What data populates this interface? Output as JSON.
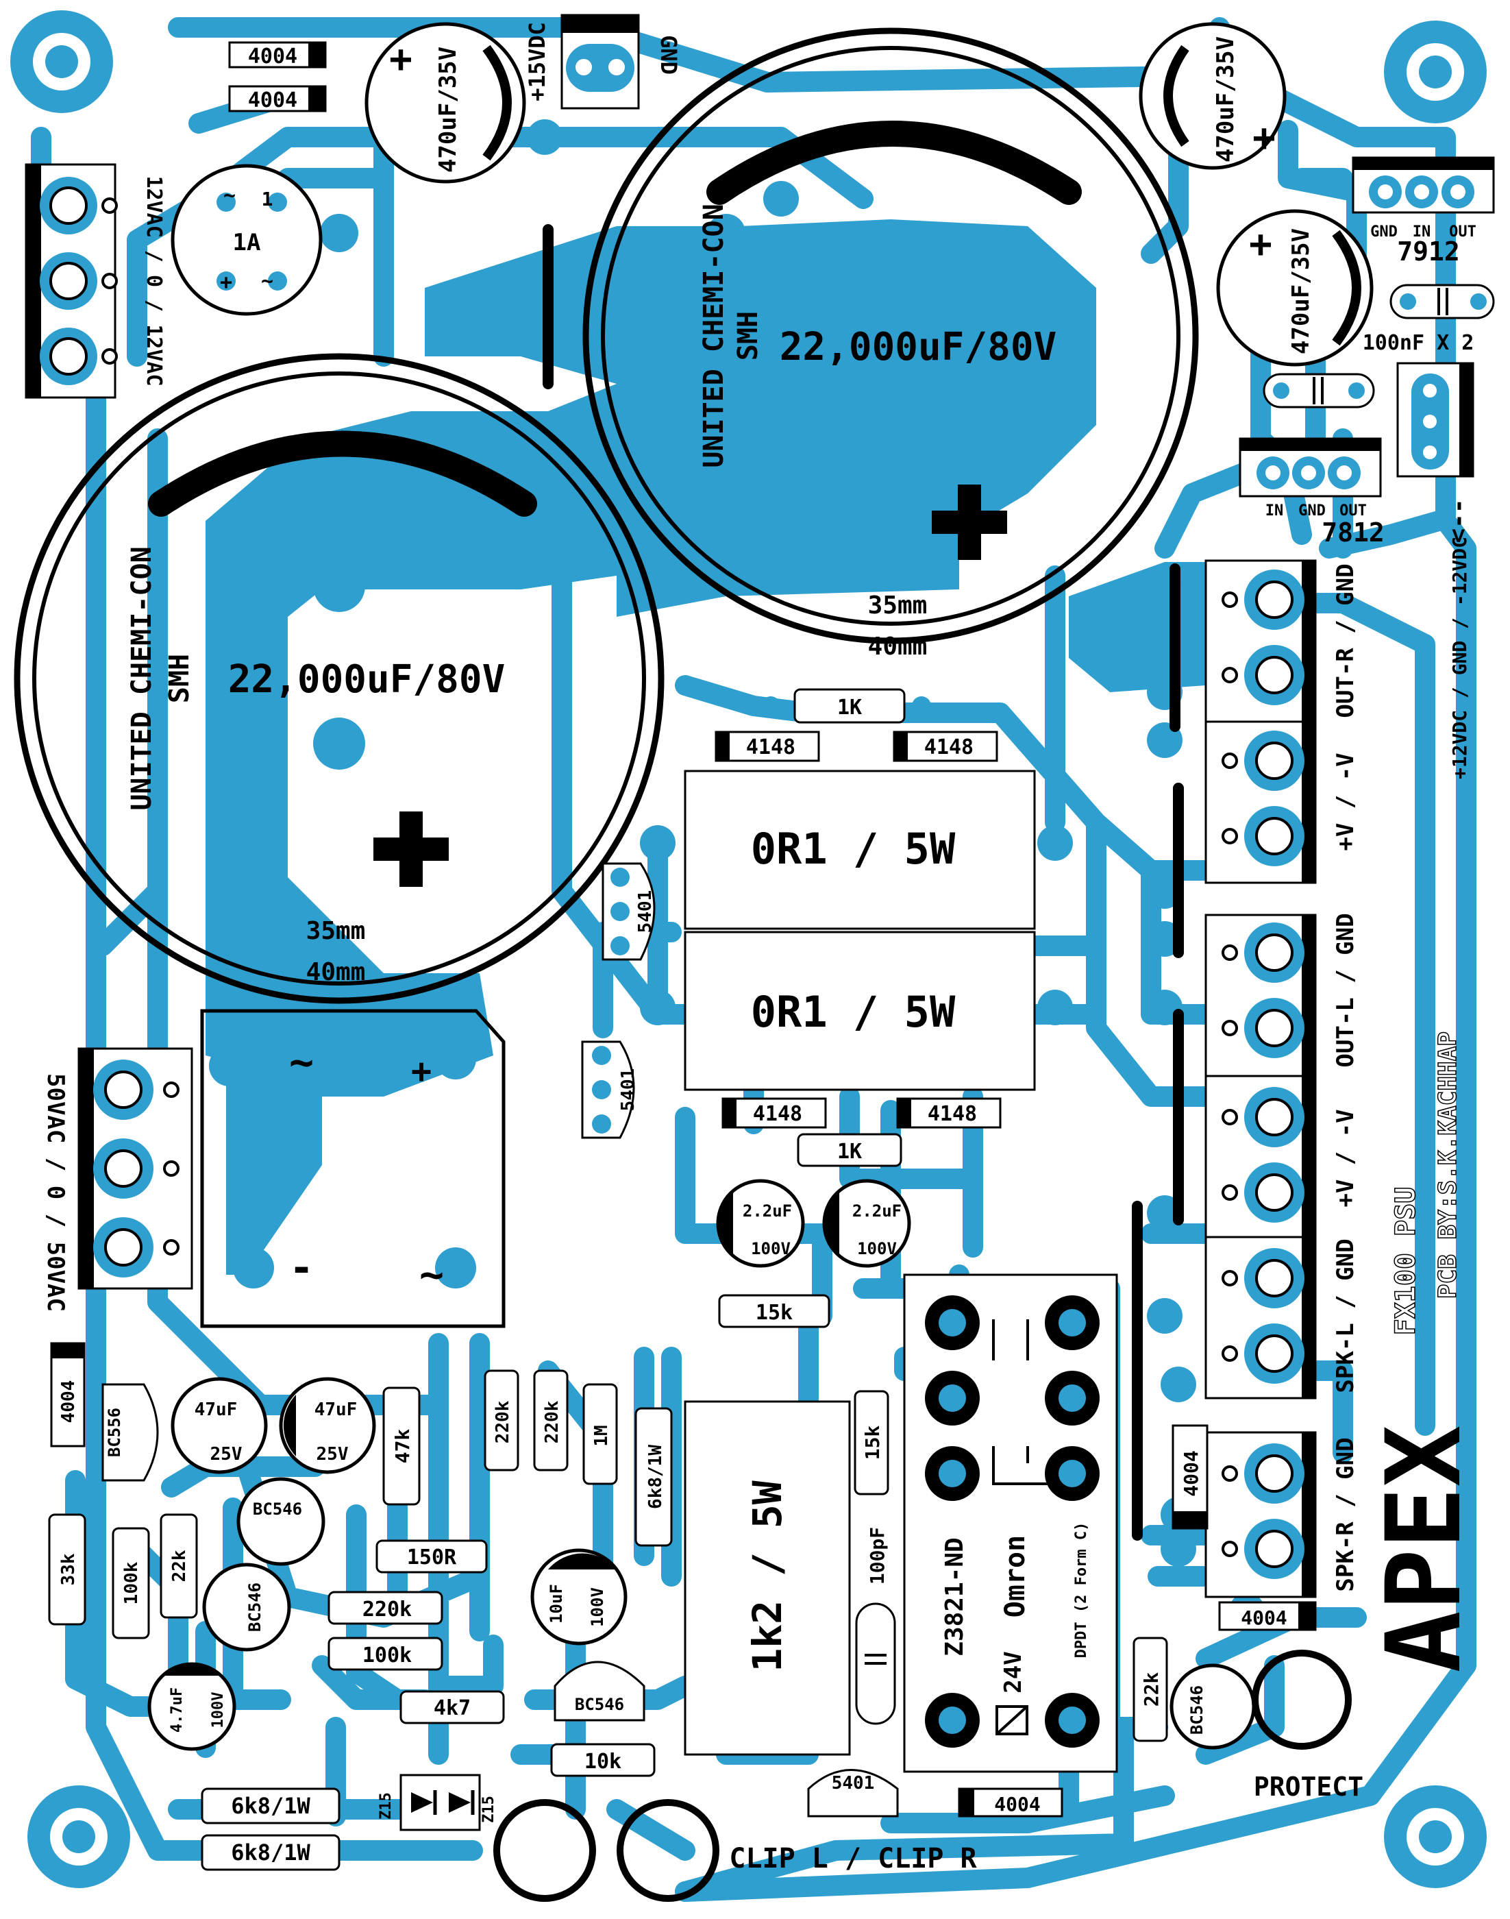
{
  "colors": {
    "copper": "#2f9fd0",
    "silkscreen": "#000000",
    "board": "#ffffff"
  },
  "caps_big": {
    "value": "22,000uF/80V",
    "brand": "UNITED CHEMI-CON",
    "series": "SMH",
    "d1": "35mm",
    "d2": "40mm"
  },
  "caps_small": {
    "c470": "470uF/35V",
    "c47": "47uF",
    "v25": "25V",
    "c22": "2.2uF",
    "v100": "100V",
    "c10": "10uF",
    "c47b": "4.7uF",
    "c100n": "100nF",
    "c100n_x2": "100nF X 2",
    "c100p": "100pF"
  },
  "diodes": {
    "d4004": "4004",
    "d4148": "4148",
    "z15": "Z15"
  },
  "resistors": {
    "r1k": "1K",
    "r15k": "15k",
    "r220k": "220k",
    "r1m": "1M",
    "r6k8w": "6k8/1W",
    "r47k": "47k",
    "r33k": "33k",
    "r100k": "100k",
    "r22k": "22k",
    "r150": "150R",
    "r4k7": "4k7",
    "r10k": "10k",
    "r1k2": "1k2 / 5W",
    "r0r1": "0R1 / 5W"
  },
  "transistors": {
    "bc556": "BC556",
    "bc546": "BC546",
    "t5401": "5401"
  },
  "fuse": {
    "value": "1A"
  },
  "regulators": {
    "r7812": "7812",
    "r7912": "7912",
    "pin_in": "IN",
    "pin_gnd": "GND",
    "pin_out": "OUT"
  },
  "relay": {
    "part": "Z3821-ND",
    "brand": "Omron",
    "coil": "24V",
    "type": "DPDT (2 Form C)"
  },
  "connectors": {
    "in_12vac": "12VAC / 0 / 12VAC",
    "in_50vac": "50VAC / 0 / 50VAC",
    "out_15vdc": "+15VDC",
    "gnd": "GND",
    "reg_out": "+12VDC / GND / -12VDC",
    "out_r": "OUT-R / GND",
    "pv_r": "+V / -V",
    "out_l": "OUT-L / GND",
    "pv_l": "+V / -V",
    "spk_l": "SPK-L / GND",
    "spk_r": "SPK-R / GND"
  },
  "bridge": {
    "ac": "~",
    "plus": "+",
    "minus": "-"
  },
  "leds": {
    "clip": "CLIP L  /  CLIP R",
    "protect": "PROTECT"
  },
  "branding": {
    "logo": "APEX",
    "title": "FX100 PSU",
    "credit": "PCB BY:S.K.KACHHAP"
  },
  "marks": {
    "pol_plus": "+",
    "pin_1": "1"
  }
}
